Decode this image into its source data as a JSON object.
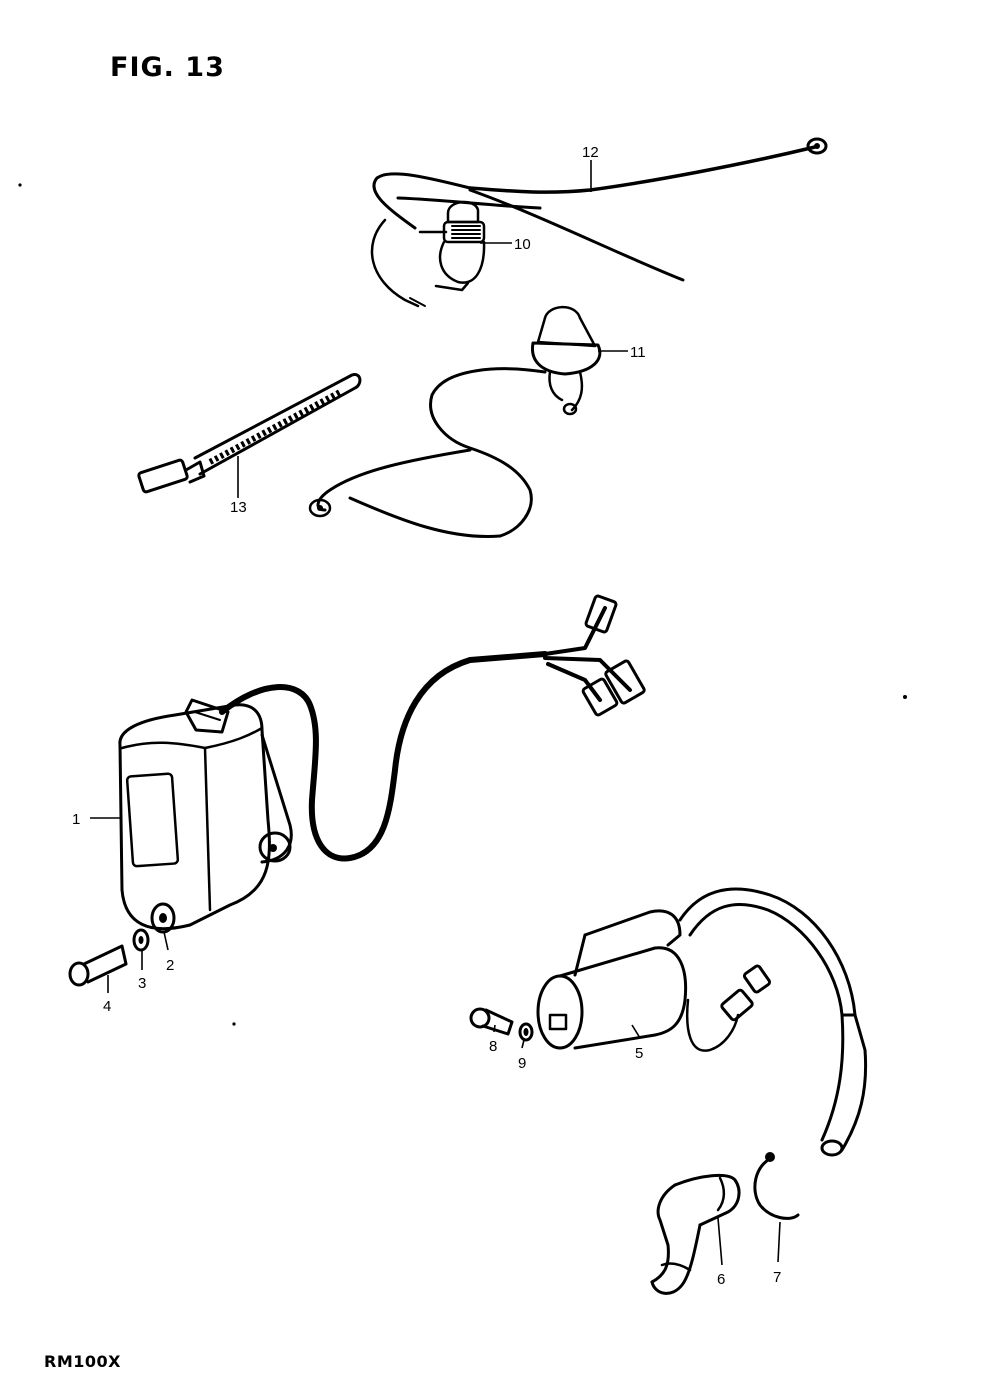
{
  "figure": {
    "title": "FIG. 13",
    "model_code": "RM100X"
  },
  "callouts": [
    {
      "number": "1"
    },
    {
      "number": "2"
    },
    {
      "number": "3"
    },
    {
      "number": "4"
    },
    {
      "number": "5"
    },
    {
      "number": "6"
    },
    {
      "number": "7"
    },
    {
      "number": "8"
    },
    {
      "number": "9"
    },
    {
      "number": "10"
    },
    {
      "number": "11"
    },
    {
      "number": "12"
    },
    {
      "number": "13"
    }
  ]
}
